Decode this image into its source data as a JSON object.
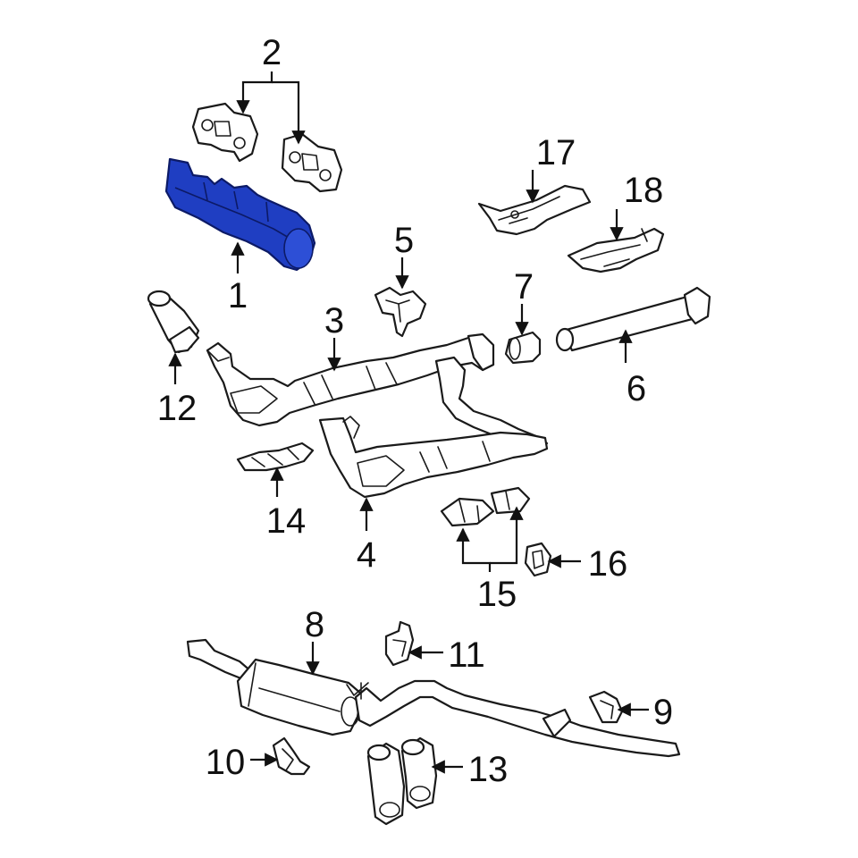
{
  "diagram": {
    "highlight_color": "#1f3ec2",
    "line_color": "#1a1a1a",
    "callouts": {
      "c1": "1",
      "c2": "2",
      "c3": "3",
      "c4": "4",
      "c5": "5",
      "c6": "6",
      "c7": "7",
      "c8": "8",
      "c9": "9",
      "c10": "10",
      "c11": "11",
      "c12": "12",
      "c13": "13",
      "c14": "14",
      "c15": "15",
      "c16": "16",
      "c17": "17",
      "c18": "18"
    },
    "highlighted_part": "1"
  }
}
